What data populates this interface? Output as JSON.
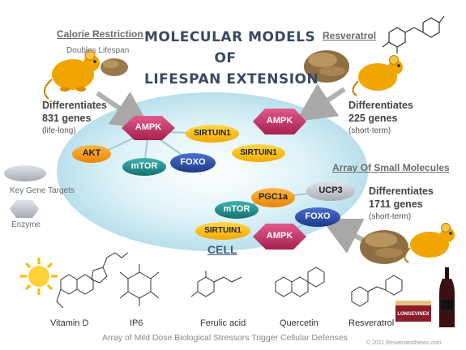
{
  "title": {
    "line1": "MOLECULAR MODELS",
    "line2": "OF",
    "line3": "LIFESPAN EXTENSION"
  },
  "calorie_restriction": {
    "heading": "Calorie Restriction",
    "caption": "Doubles Lifespan",
    "differentiates": "Differentiates",
    "genes": "831 genes",
    "term": "(life-long)"
  },
  "resveratrol_panel": {
    "heading": "Resveratrol",
    "differentiates": "Differentiates",
    "genes": "225 genes",
    "term": "(short-term)"
  },
  "small_molecules": {
    "heading": "Array Of Small Molecules",
    "differentiates": "Differentiates",
    "genes": "1711 genes",
    "term": "(short-term)"
  },
  "legend": {
    "key_gene_targets": "Key Gene Targets",
    "enzyme": "Enzyme"
  },
  "cell_label": "CELL",
  "nodes": {
    "left": {
      "ampk": "AMPK",
      "akt": "AKT",
      "mtor": "mTOR",
      "foxo": "FOXO",
      "sirtuin": "SIRTUIN1"
    },
    "right": {
      "ampk": "AMPK",
      "sirtuin": "SIRTUIN1"
    },
    "bottom": {
      "pgc1a": "PGC1a",
      "ucp3": "UCP3",
      "mtor": "mTOR",
      "foxo": "FOXO",
      "sirtuin": "SIRTUIN1",
      "ampk": "AMPK"
    }
  },
  "molecules": [
    "Vitamin D",
    "IP6",
    "Ferulic acid",
    "Quercetin",
    "Resveratrol"
  ],
  "product": {
    "brand": "LONGEVINEX"
  },
  "footer": "Array of Mild Dose Biological Stressors Trigger Cellular Defenses",
  "copyright": "© 2011 ResveratrolNews.com",
  "colors": {
    "hexagon": "#c0306a",
    "sirtuin_oval": "#f7b500",
    "akt_oval": "#f59a00",
    "blue_oval": "#2b4fa8",
    "teal_oval": "#1f8a8a",
    "pgc1a_oval": "#f59a00",
    "gray_oval": "#b8bcc4",
    "cell": "#cde9f0",
    "mouse": "#f0a500"
  }
}
